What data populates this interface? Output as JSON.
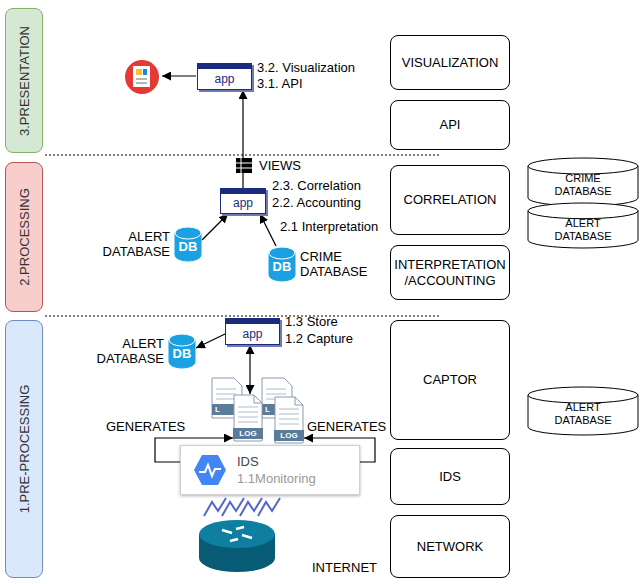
{
  "diagram": {
    "nodes": [
      {
        "text": [
          "3.PRESENTATION"
        ]
      },
      {
        "text": [
          "2.PROCESSING"
        ]
      },
      {
        "text": [
          "1.PRE-PROCESSING"
        ]
      },
      {
        "text": [
          "app"
        ]
      },
      {
        "text": [
          "VISUALIZATION"
        ]
      },
      {
        "text": [
          "API"
        ]
      },
      {
        "text": [
          "app"
        ]
      },
      {
        "text": [
          "ALERT DATABASE",
          "DB"
        ]
      },
      {
        "text": [
          "DB",
          "CRIME DATABASE"
        ]
      },
      {
        "text": [
          "CORRELATION"
        ]
      },
      {
        "text": [
          "CRIME DATABASE"
        ]
      },
      {
        "text": [
          "ALERT DATABASE"
        ]
      },
      {
        "text": [
          "INTERPRETATION /ACCOUNTING"
        ]
      },
      {
        "text": [
          "app"
        ]
      },
      {
        "text": [
          "ALERT DATABASE",
          "DB"
        ]
      },
      {
        "text": [
          "CAPTOR"
        ]
      },
      {
        "text": [
          "ALERT DATABASE"
        ]
      },
      {
        "text": [
          "LOG"
        ]
      },
      {
        "text": [
          "LOG"
        ]
      },
      {
        "text": [
          "IDS",
          "1.1Monitoring"
        ]
      },
      {
        "text": [
          "IDS"
        ]
      },
      {
        "text": [
          "NETWORK"
        ]
      }
    ],
    "edges": [
      {
        "from": 6,
        "to": 3,
        "arrow": "to"
      },
      {
        "from": 7,
        "to": 6,
        "arrow": "to"
      },
      {
        "from": 8,
        "to": 6,
        "arrow": "to"
      },
      {
        "from": 13,
        "to": 14,
        "arrow": "to"
      },
      {
        "from": 13,
        "to": 17,
        "arrow": "both"
      },
      {
        "from": 19,
        "to": 17,
        "label": "GENERATES",
        "arrow": "to"
      },
      {
        "from": 19,
        "to": 18,
        "label": "GENERATES",
        "arrow": "to"
      }
    ],
    "labels": [
      "3.2. Visualization",
      "3.1. API",
      "VIEWS",
      "2.3. Correlation",
      "2.2. Accounting",
      "2.1 Interpretation",
      "1.3 Store",
      "1.2 Capture",
      "L",
      "L",
      "INTERNET"
    ]
  }
}
